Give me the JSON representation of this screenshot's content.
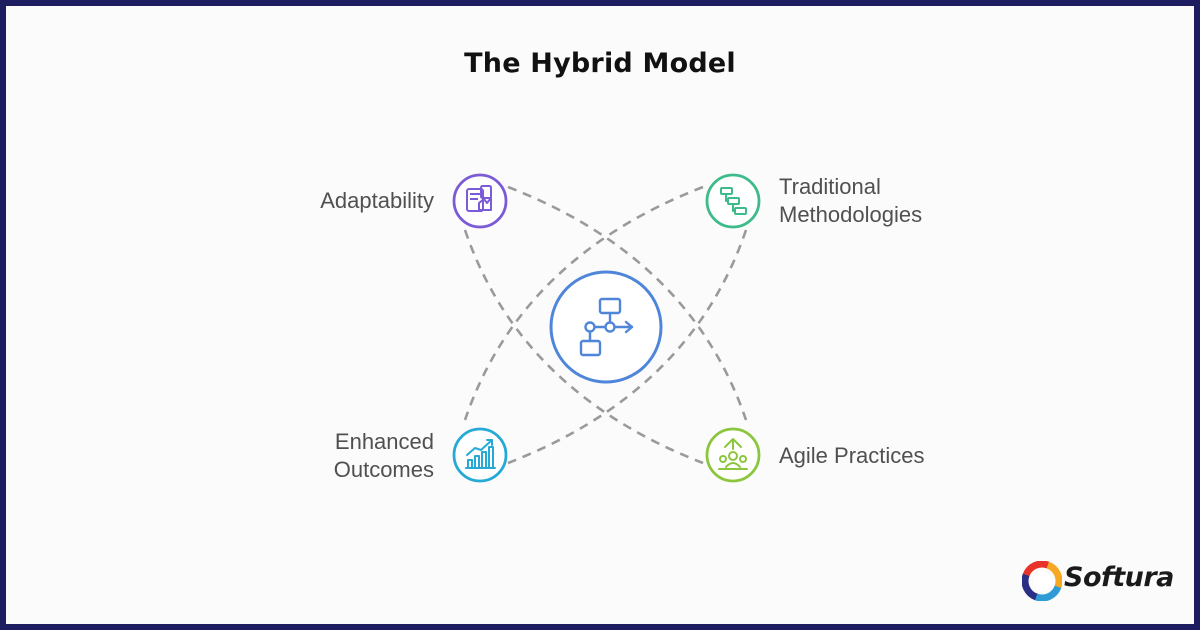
{
  "title": "The Hybrid Model",
  "nodes": {
    "top_left": {
      "label": "Adaptability",
      "icon": "adaptability-icon",
      "color": "#7b5cd6"
    },
    "top_right": {
      "label_line1": "Traditional",
      "label_line2": "Methodologies",
      "icon": "flowchart-steps-icon",
      "color": "#3dbb8a"
    },
    "bottom_left": {
      "label_line1": "Enhanced",
      "label_line2": "Outcomes",
      "icon": "growth-chart-icon",
      "color": "#27a9d6"
    },
    "bottom_right": {
      "label": "Agile Practices",
      "icon": "agile-team-icon",
      "color": "#8cc63f"
    },
    "center": {
      "icon": "process-flow-icon",
      "color": "#4f86d9"
    }
  },
  "brand": {
    "name": "Softura",
    "logo_icon": "softura-logo-icon"
  },
  "colors": {
    "border": "#1d1d5f",
    "connector": "#9a9a9a"
  }
}
